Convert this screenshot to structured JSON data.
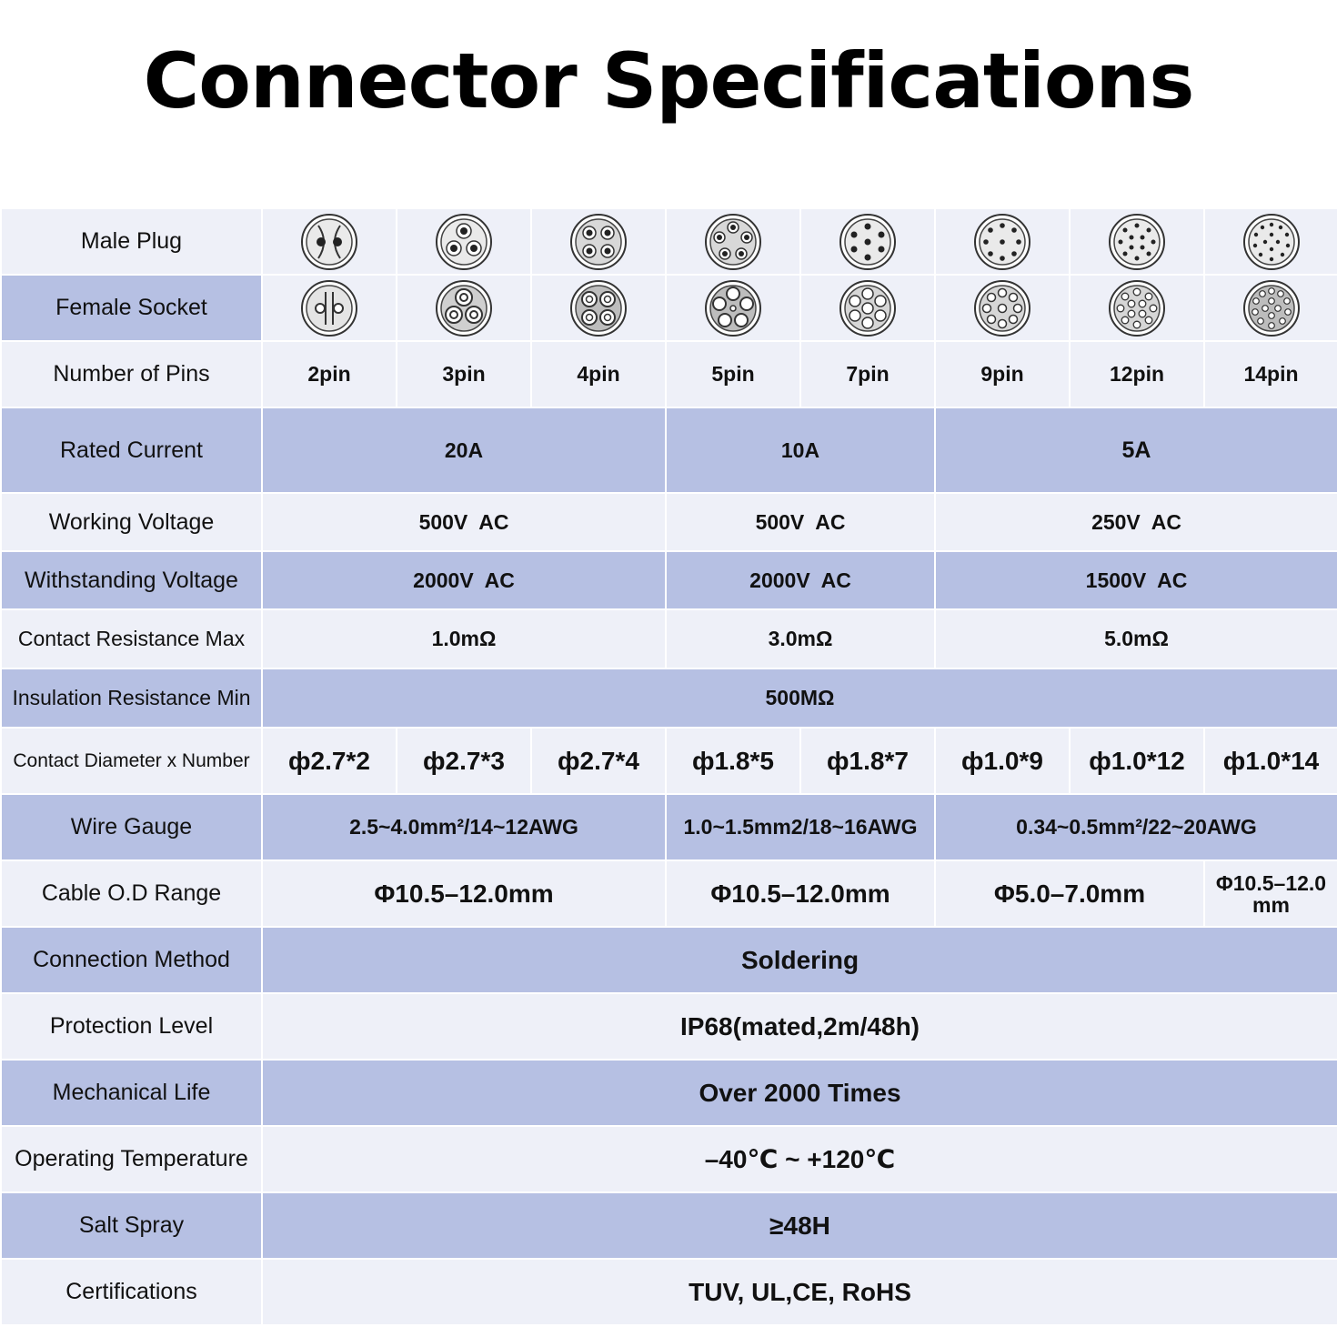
{
  "title": "Connector Specifications",
  "rows": {
    "male_plug": {
      "label": "Male Plug"
    },
    "female_socket": {
      "label": "Female Socket"
    },
    "pins": {
      "label": "Number of Pins",
      "values": [
        "2pin",
        "3pin",
        "4pin",
        "5pin",
        "7pin",
        "9pin",
        "12pin",
        "14pin"
      ]
    },
    "rated_current": {
      "label": "Rated Current",
      "values": [
        "20A",
        "10A",
        "5A"
      ]
    },
    "working_voltage": {
      "label": "Working Voltage",
      "values": [
        "500V  AC",
        "500V  AC",
        "250V  AC"
      ]
    },
    "withstanding_voltage": {
      "label": "Withstanding Voltage",
      "values": [
        "2000V  AC",
        "2000V  AC",
        "1500V  AC"
      ]
    },
    "contact_resistance": {
      "label": "Contact Resistance Max",
      "values": [
        "1.0mΩ",
        "3.0mΩ",
        "5.0mΩ"
      ]
    },
    "insulation_resistance": {
      "label": "Insulation Resistance Min",
      "value": "500MΩ"
    },
    "contact_diameter": {
      "label": "Contact Diameter x Number",
      "values": [
        "ф2.7*2",
        "ф2.7*3",
        "ф2.7*4",
        "ф1.8*5",
        "ф1.8*7",
        "ф1.0*9",
        "ф1.0*12",
        "ф1.0*14"
      ]
    },
    "wire_gauge": {
      "label": "Wire Gauge",
      "values": [
        "2.5~4.0mm²/14~12AWG",
        "1.0~1.5mm2/18~16AWG",
        "0.34~0.5mm²/22~20AWG"
      ]
    },
    "cable_od": {
      "label": "Cable O.D Range",
      "values": [
        "Φ10.5–12.0mm",
        "Φ10.5–12.0mm",
        "Φ5.0–7.0mm",
        "Φ10.5–12.0 mm"
      ]
    },
    "connection_method": {
      "label": "Connection Method",
      "value": "Soldering"
    },
    "protection_level": {
      "label": "Protection Level",
      "value": "IP68(mated,2m/48h)"
    },
    "mechanical_life": {
      "label": "Mechanical Life",
      "value": "Over 2000 Times"
    },
    "operating_temperature": {
      "label": "Operating Temperature",
      "value": "–40℃ ~ +120℃"
    },
    "salt_spray": {
      "label": "Salt Spray",
      "value": "≥48H"
    },
    "certifications": {
      "label": "Certifications",
      "value": "TUV, UL,CE, RoHS"
    }
  },
  "icons": {
    "male": [
      "male-2pin-icon",
      "male-3pin-icon",
      "male-4pin-icon",
      "male-5pin-icon",
      "male-7pin-icon",
      "male-9pin-icon",
      "male-12pin-icon",
      "male-14pin-icon"
    ],
    "female": [
      "female-2pin-icon",
      "female-3pin-icon",
      "female-4pin-icon",
      "female-5pin-icon",
      "female-7pin-icon",
      "female-9pin-icon",
      "female-12pin-icon",
      "female-14pin-icon"
    ]
  },
  "colors": {
    "band_light": "#eef0f8",
    "band_dark": "#b6c0e3",
    "title": "#000000"
  }
}
